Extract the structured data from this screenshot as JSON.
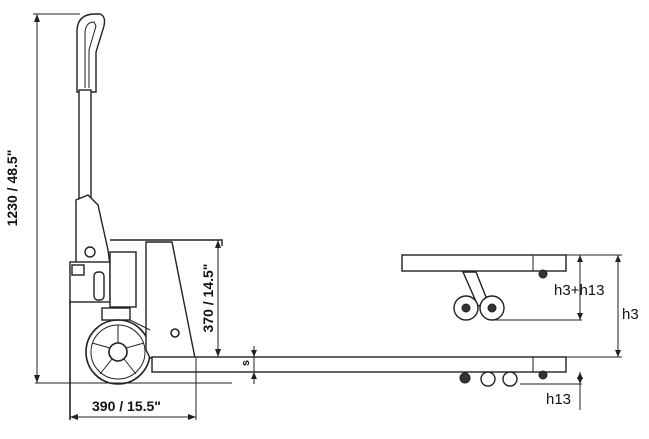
{
  "dimensions": {
    "overall_height": "1230 / 48.5\"",
    "chassis_height": "370 / 14.5\"",
    "chassis_length": "390 / 15.5\"",
    "fork_thickness": "s",
    "lift_total": "h3+h13",
    "lift_height": "h3",
    "lowered_height": "h13"
  }
}
